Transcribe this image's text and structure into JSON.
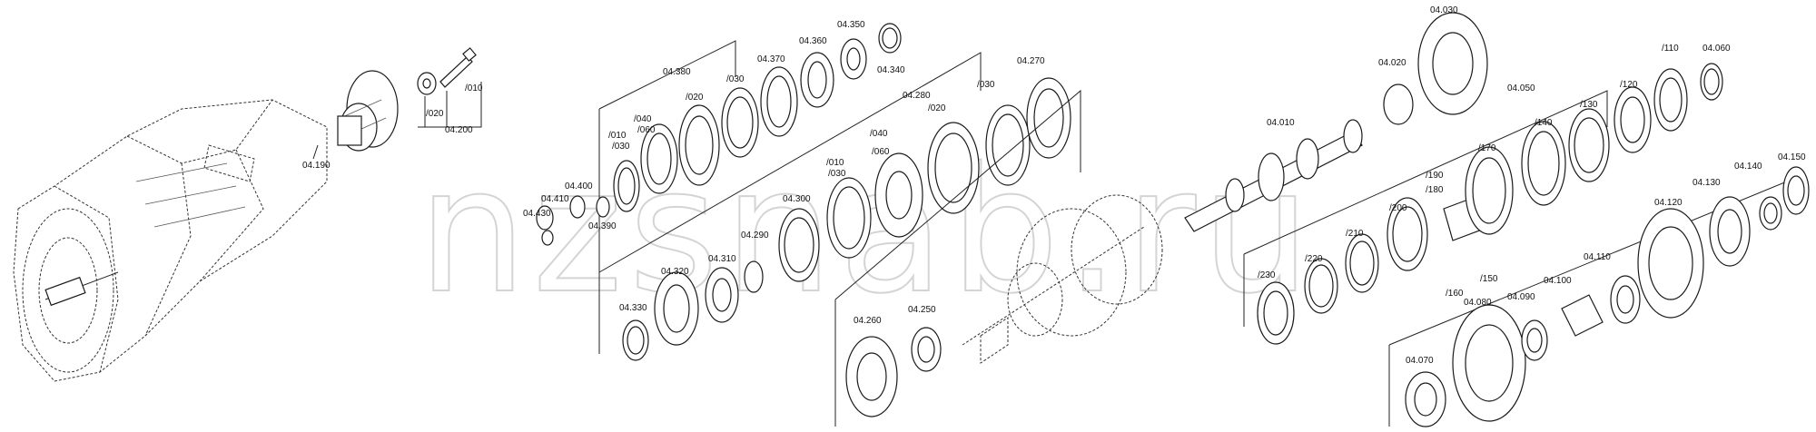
{
  "watermark": "nzsnab.ru",
  "labels": {
    "l04190": "04.190",
    "l04200": "04.200",
    "l010a": "/010",
    "l020a": "/020",
    "l04380": "04.380",
    "l04370": "04.370",
    "l04360": "04.360",
    "l04350": "04.350",
    "l04340": "04.340",
    "l030a": "/030",
    "l020b": "/020",
    "l040a": "/040",
    "l060a": "/060",
    "l010b": "/010",
    "l030b": "/030",
    "l04400": "04.400",
    "l04410": "04.410",
    "l04430": "04.430",
    "l04390": "04.390",
    "l04300": "04.300",
    "l04310": "04.310",
    "l04320": "04.320",
    "l04290": "04.290",
    "l04330": "04.330",
    "l04280": "04.280",
    "l04270": "04.270",
    "l030c": "/030",
    "l020c": "/020",
    "l040b": "/040",
    "l060b": "/060",
    "l010c": "/010",
    "l030d": "/030",
    "l04260": "04.260",
    "l04250": "04.250",
    "l04030": "04.030",
    "l04020": "04.020",
    "l04010": "04.010",
    "l04050": "04.050",
    "l110": "/110",
    "l04060": "04.060",
    "l120": "/120",
    "l130": "/130",
    "l140": "/140",
    "l170": "/170",
    "l190": "/190",
    "l180": "/180",
    "l200": "/200",
    "l210": "/210",
    "l220": "/220",
    "l230": "/230",
    "l150": "/150",
    "l160": "/160",
    "l04150": "04.150",
    "l04140": "04.140",
    "l04130": "04.130",
    "l04120": "04.120",
    "l04110": "04.110",
    "l04100": "04.100",
    "l04090": "04.090",
    "l04080": "04.080",
    "l04070": "04.070"
  }
}
